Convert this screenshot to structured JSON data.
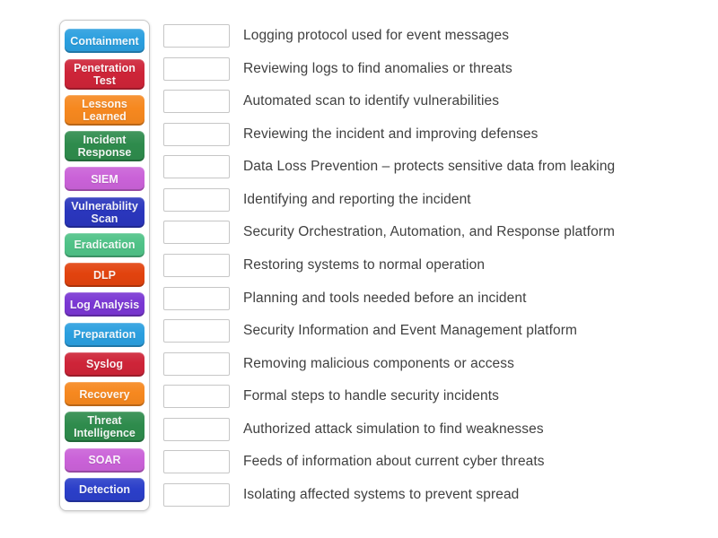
{
  "activity": {
    "type_label": "match-up",
    "panel_border_color": "#c9c9c9",
    "slot_border_color": "#c6c6c6",
    "definition_text_color": "#404040"
  },
  "terms": [
    {
      "label": "Containment",
      "color": "#2b9fdf"
    },
    {
      "label": "Penetration Test",
      "color": "#ce2438"
    },
    {
      "label": "Lessons Learned",
      "color": "#f6881f"
    },
    {
      "label": "Incident Response",
      "color": "#2e8b4c"
    },
    {
      "label": "SIEM",
      "color": "#ca62d8"
    },
    {
      "label": "Vulnerability Scan",
      "color": "#2a36bd"
    },
    {
      "label": "Eradication",
      "color": "#4fc287"
    },
    {
      "label": "DLP",
      "color": "#e2430e"
    },
    {
      "label": "Log Analysis",
      "color": "#7a37d3"
    },
    {
      "label": "Preparation",
      "color": "#2b9fdf"
    },
    {
      "label": "Syslog",
      "color": "#ce2438"
    },
    {
      "label": "Recovery",
      "color": "#f6881f"
    },
    {
      "label": "Threat Intelligence",
      "color": "#2e8b4c"
    },
    {
      "label": "SOAR",
      "color": "#ca62d8"
    },
    {
      "label": "Detection",
      "color": "#2b3fc9"
    }
  ],
  "matches": [
    {
      "definition": "Logging protocol used for event messages"
    },
    {
      "definition": "Reviewing logs to find anomalies or threats"
    },
    {
      "definition": "Automated scan to identify vulnerabilities"
    },
    {
      "definition": "Reviewing the incident and improving defenses"
    },
    {
      "definition": "Data Loss Prevention – protects sensitive data from leaking"
    },
    {
      "definition": "Identifying and reporting the incident"
    },
    {
      "definition": "Security Orchestration, Automation, and Response platform"
    },
    {
      "definition": "Restoring systems to normal operation"
    },
    {
      "definition": "Planning and tools needed before an incident"
    },
    {
      "definition": "Security Information and Event Management platform"
    },
    {
      "definition": "Removing malicious components or access"
    },
    {
      "definition": "Formal steps to handle security incidents"
    },
    {
      "definition": "Authorized attack simulation to find weaknesses"
    },
    {
      "definition": "Feeds of information about current cyber threats"
    },
    {
      "definition": "Isolating affected systems to prevent spread"
    }
  ]
}
